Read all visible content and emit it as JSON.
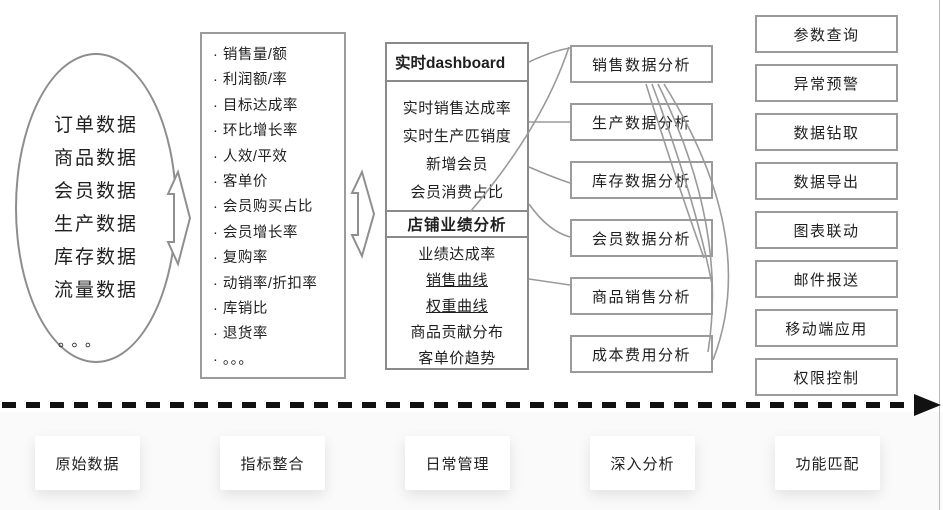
{
  "colors": {
    "box_border": "#9b9b9b",
    "connector_line": "#9a9a9a",
    "arrow_outline": "#8f8f8f",
    "timeline": "#111111",
    "text": "#1f1f1f"
  },
  "source_ellipse": {
    "items": [
      "订单数据",
      "商品数据",
      "会员数据",
      "生产数据",
      "库存数据",
      "流量数据"
    ],
    "ellipsis": "。。。"
  },
  "indicator_box": {
    "bullet": "·",
    "items": [
      "销售量/额",
      "利润额/率",
      "目标达成率",
      "环比增长率",
      "人效/平效",
      "客单价",
      "会员购买占比",
      "会员增长率",
      "复购率",
      "动销率/折扣率",
      "库销比",
      "退货率",
      "。。。"
    ]
  },
  "daily_management": {
    "dashboard": {
      "title": "实时dashboard",
      "items": [
        "实时销售达成率",
        "实时生产匹销度",
        "新增会员",
        "会员消费占比"
      ]
    },
    "store_performance": {
      "title": "店铺业绩分析",
      "items": [
        {
          "text": "业绩达成率",
          "u": false
        },
        {
          "text": "销售曲线",
          "u": true
        },
        {
          "text": "权重曲线",
          "u": true
        },
        {
          "text": "商品贡献分布",
          "u": false
        },
        {
          "text": "客单价趋势",
          "u": false
        }
      ]
    }
  },
  "analysis_boxes": [
    "销售数据分析",
    "生产数据分析",
    "库存数据分析",
    "会员数据分析",
    "商品销售分析",
    "成本费用分析"
  ],
  "function_boxes": [
    "参数查询",
    "异常预警",
    "数据钻取",
    "数据导出",
    "图表联动",
    "邮件报送",
    "移动端应用",
    "权限控制"
  ],
  "stage_labels": [
    "原始数据",
    "指标整合",
    "日常管理",
    "深入分析",
    "功能匹配"
  ]
}
